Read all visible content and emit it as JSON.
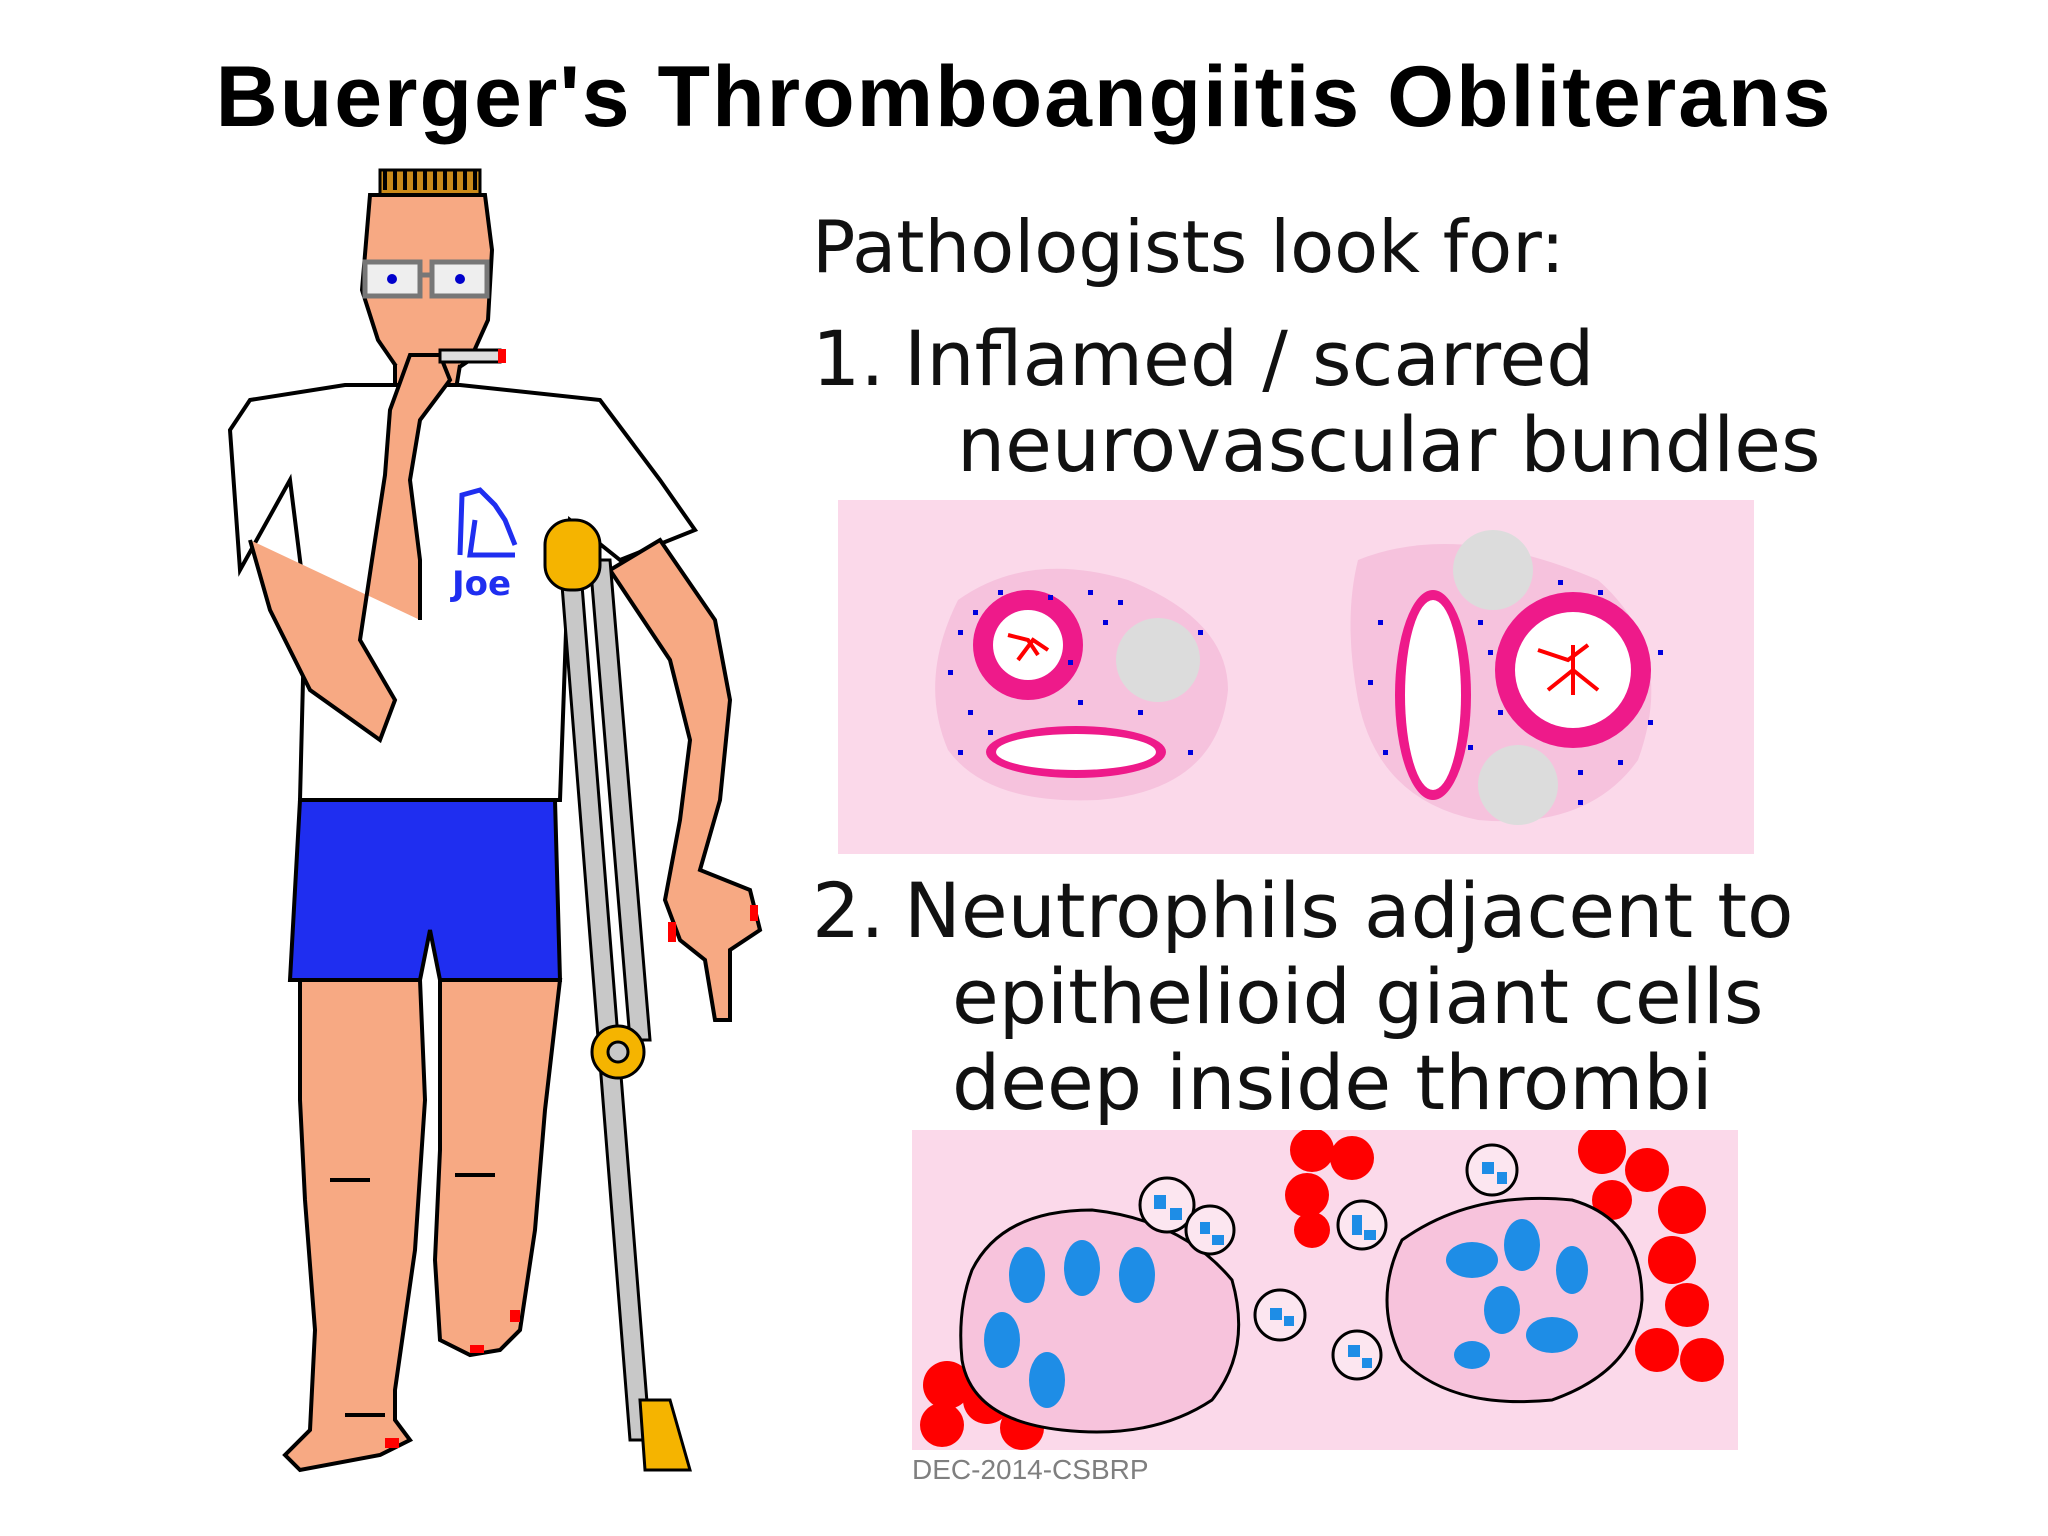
{
  "title": "Buerger's Thromboangiitis Obliterans",
  "heading": "Pathologists look for:",
  "items": [
    {
      "number": "1.",
      "line1": "Inflamed / scarred",
      "line2": "neurovascular bundles"
    },
    {
      "number": "2.",
      "line1": "Neutrophils adjacent to",
      "line2": "epithelioid giant cells",
      "line3": "deep inside thrombi"
    }
  ],
  "shirt_text": "Joe",
  "footer": "DEC-2014-CSBRP",
  "colors": {
    "skin": "#f7a983",
    "shorts": "#1f2ef0",
    "crutch": "#c8c8c8",
    "crutch_pad": "#f5b400",
    "tissue": "#fbd9ea",
    "vessel_wall": "#ee1a8a",
    "nuclei": "#1e8de6",
    "blood": "#ff0000",
    "inflammatory_cells": "#0000dd"
  }
}
